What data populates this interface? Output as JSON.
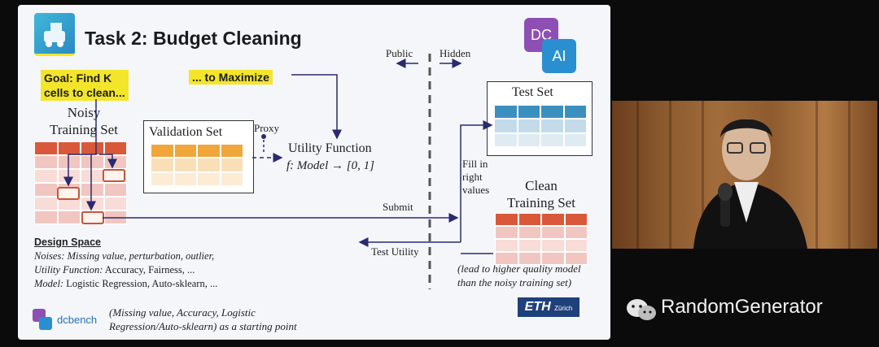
{
  "slide": {
    "title": "Task 2: Budget Cleaning",
    "goal_line1": "Goal: Find K",
    "goal_line2": "cells to clean...",
    "maximize": "... to Maximize",
    "noisy_training_set_line1": "Noisy",
    "noisy_training_set_line2": "Training Set",
    "validation_set": "Validation Set",
    "proxy": "Proxy",
    "utility_function": "Utility Function",
    "utility_formula": "f: Model → [0, 1]",
    "public": "Public",
    "hidden": "Hidden",
    "test_set": "Test Set",
    "fill_in_right_values": [
      "Fill in",
      "right",
      "values"
    ],
    "clean_training_set_line1": "Clean",
    "clean_training_set_line2": "Training Set",
    "submit": "Submit",
    "test_utility": "Test Utility",
    "lead_note_line1": "(lead to higher quality model",
    "lead_note_line2": "than the noisy training set)",
    "design_space": {
      "heading": "Design Space",
      "noises_label": "Noises:",
      "noises_value": "Missing value, perturbation, outlier,",
      "utility_label": "Utility Function:",
      "utility_value": "Accuracy, Fairness, ...",
      "model_label": "Model:",
      "model_value": "Logistic Regression, Auto-sklearn, ..."
    },
    "dcbench_label": "dcbench",
    "dcbench_note_line1": "(Missing value, Accuracy, Logistic",
    "dcbench_note_line2": "Regression/Auto-sklearn) as a starting point",
    "dc_logo_top": "DC",
    "dc_logo_bottom": "AI",
    "eth_logo": "ETH",
    "eth_sub": "Zürich"
  },
  "watermark": {
    "text": "RandomGenerator",
    "icon": "wechat-icon"
  },
  "colors": {
    "slide_bg": "#f4f6fa",
    "highlight": "#f3e52a",
    "noisy_header": "#d9583a",
    "validation_header": "#f0a63a",
    "test_header": "#3a8fbf",
    "arrow": "#2a2a6e"
  }
}
